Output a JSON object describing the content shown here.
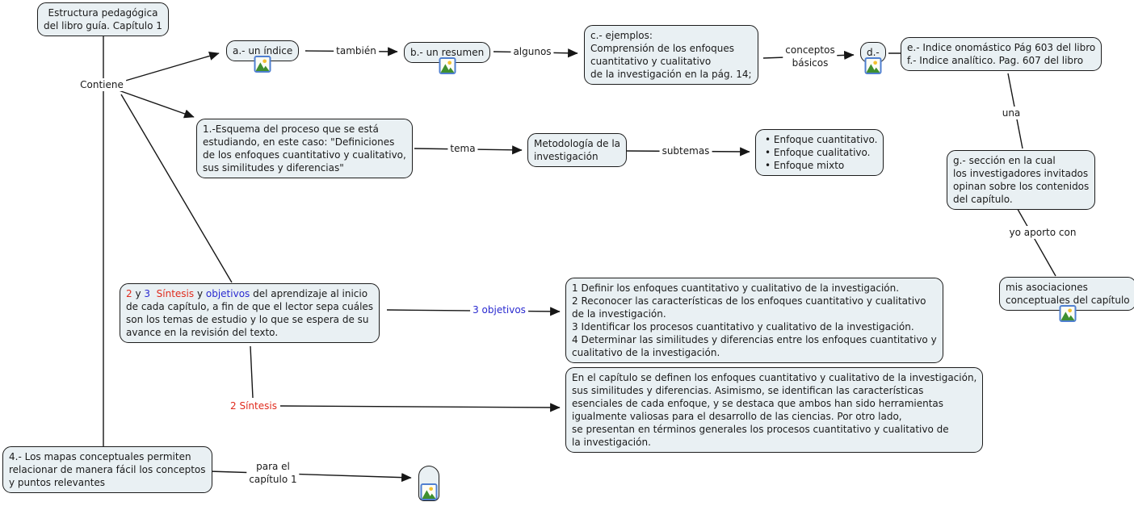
{
  "colors": {
    "box_fill": "#e9f0f3",
    "box_border": "#1c1c1c",
    "text": "#1a1a1a",
    "red": "#e02b1d",
    "blue": "#2a2ad0",
    "icon_border": "#4f7fd0"
  },
  "nodes": {
    "root": {
      "text": "Estructura pedagógica\ndel libro guía. Capítulo 1"
    },
    "indice": {
      "text": "a.- un índice",
      "icon": "image-icon"
    },
    "resumen": {
      "text": "b.- un resumen",
      "icon": "image-icon"
    },
    "ejemplos": {
      "text": "c.- ejemplos:\nComprensión de los enfoques\ncuantitativo y cualitativo\nde la investigación en la pág. 14;"
    },
    "d_node": {
      "text": "d.-",
      "icon": "image-icon"
    },
    "indices_ef": {
      "text": "e.- Indice onomástico Pág 603 del libro\nf.- Indice analítico. Pag. 607 del libro"
    },
    "seccion_g": {
      "text": "g.- sección en la cual\nlos investigadores invitados\nopinan sobre los contenidos\ndel capítulo."
    },
    "asociaciones": {
      "text": "mis asociaciones\nconceptuales del capítulo",
      "icon": "image-icon"
    },
    "esquema": {
      "text": "1.-Esquema del proceso que se está\nestudiando, en este caso: \"Definiciones\nde los enfoques cuantitativo y cualitativo,\nsus similitudes y diferencias\""
    },
    "metodologia": {
      "text": "Metodología de la\ninvestigación"
    },
    "enfoques": {
      "items": [
        "Enfoque cuantitativo.",
        "Enfoque cualitativo.",
        "Enfoque mixto"
      ]
    },
    "sintesis_objetivos": {
      "seg_2": "2",
      "seg_y1": " y ",
      "seg_3": "3",
      "seg_sp": "  ",
      "seg_sintesis": "Síntesis",
      "seg_y2": " y ",
      "seg_objetivos": "objetivos",
      "seg_rest1": " del aprendizaje al inicio",
      "rest": "de cada capítulo, a fin de que el lector sepa cuáles\nson los temas de estudio y lo que se espera de su\navance en la revisión del texto."
    },
    "objetivos_lista": {
      "text": "1 Definir los enfoques cuantitativo y cualitativo de la investigación.\n2 Reconocer las características de los enfoques cuantitativo y cualitativo\nde la investigación.\n3 Identificar los procesos cuantitativo y cualitativo de la investigación.\n4 Determinar las similitudes y diferencias entre los enfoques cuantitativo y\ncualitativo de la investigación."
    },
    "sintesis_texto": {
      "text": "En el capítulo se definen los enfoques cuantitativo y cualitativo de la investigación,\nsus similitudes y diferencias. Asimismo, se identifican las características\nesenciales de cada enfoque, y se destaca que ambos han sido herramientas\nigualmente valiosas para el desarrollo de las ciencias. Por otro lado,\nse presentan en términos generales los procesos cuantitativo y cualitativo de\nla investigación."
    },
    "mapas": {
      "text": "4.- Los mapas conceptuales permiten\nrelacionar de manera fácil los conceptos\ny puntos relevantes"
    },
    "capitulo1_node": {
      "icon": "image-icon"
    }
  },
  "labels": {
    "contiene": "Contiene",
    "tambien": "también",
    "algunos": "algunos",
    "conceptos_basicos": "conceptos\nbásicos",
    "una": "una",
    "yo_aporto_con": "yo aporto con",
    "tema": "tema",
    "subtemas": "subtemas",
    "tres_objetivos": "3 objetivos",
    "dos_sintesis": "2 Síntesis",
    "para_el_capitulo": "para el\ncapítulo 1"
  }
}
